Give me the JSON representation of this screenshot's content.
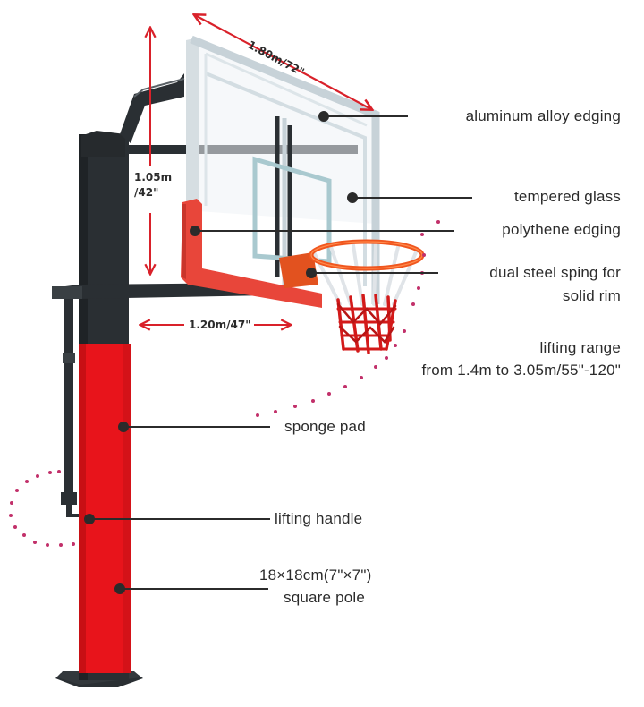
{
  "diagram": {
    "subject": "In-ground adjustable basketball hoop",
    "colors": {
      "pole": "#2a2f33",
      "pad": "#e8141b",
      "edging": "#e8463a",
      "rim": "#f0561e",
      "glass_frame": "#c9d6dc",
      "dimension_line": "#d9212a",
      "leader_line": "#2b2b2b",
      "dotted_path": "#c2306a",
      "text": "#2b2b2b"
    },
    "dimensions": {
      "width": "1.80m/72\"",
      "height_line1": "1.05m",
      "height_line2": "/42\"",
      "extension": "1.20m/47\""
    },
    "callouts": [
      {
        "id": "aluminum",
        "lines": [
          "aluminum alloy edging"
        ]
      },
      {
        "id": "glass",
        "lines": [
          "tempered glass"
        ]
      },
      {
        "id": "polythene",
        "lines": [
          "polythene edging"
        ]
      },
      {
        "id": "spring",
        "lines": [
          "dual steel sping for",
          "solid rim"
        ]
      },
      {
        "id": "lifting_range",
        "lines": [
          "lifting range",
          "from 1.4m to 3.05m/55\"-120\""
        ]
      },
      {
        "id": "sponge",
        "lines": [
          "sponge pad"
        ]
      },
      {
        "id": "handle",
        "lines": [
          "lifting handle"
        ]
      },
      {
        "id": "pole",
        "lines": [
          "18×18cm(7\"×7\")",
          "square pole"
        ]
      }
    ]
  }
}
